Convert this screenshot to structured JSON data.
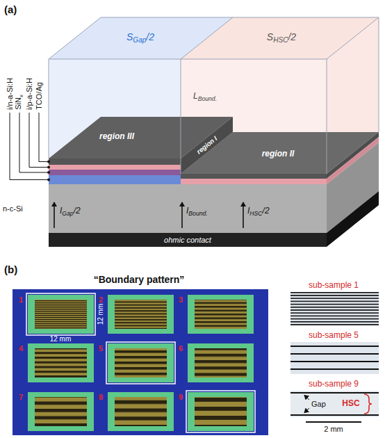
{
  "diagram": {
    "nodes": [
      {
        "text": [
          "1"
        ]
      },
      {
        "text": [
          "2"
        ]
      },
      {
        "text": [
          "3"
        ]
      },
      {
        "text": [
          "4"
        ]
      },
      {
        "text": [
          "5"
        ]
      },
      {
        "text": [
          "6"
        ]
      },
      {
        "text": [
          "7"
        ]
      },
      {
        "text": [
          "8"
        ]
      },
      {
        "text": [
          "9"
        ]
      },
      {
        "text": [
          "sub-sample 1"
        ]
      },
      {
        "text": [
          "sub-sample 5"
        ]
      },
      {
        "text": [
          "sub-sample 9",
          "Gap",
          "HSC"
        ]
      }
    ],
    "labels": [
      "(a)",
      "i/n-a-Si:H",
      "SiN",
      "x",
      "i/p-a-Si:H",
      "TCO/Ag",
      "n-c-Si",
      "S",
      "Gap",
      "/2",
      "S",
      "HSC",
      "/2",
      "region III",
      "L",
      "Bound.",
      "region I",
      "region II",
      "I",
      "Gap",
      "/2",
      "I",
      "Bound.",
      "I",
      "HSC",
      "/2",
      "ohmic contact",
      "(b)",
      "“Boundary pattern”",
      "12 mm",
      "12 mm",
      "2 mm"
    ]
  }
}
